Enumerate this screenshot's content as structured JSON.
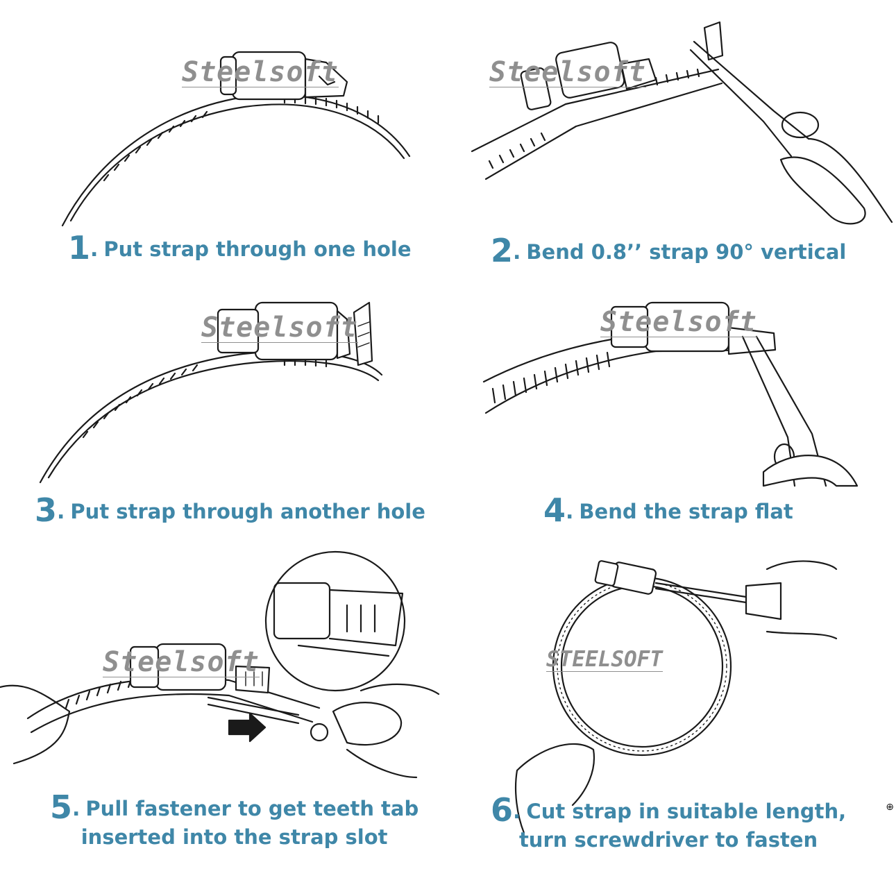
{
  "watermark": {
    "brand": "Steelsoft",
    "brand_caps": "STEELSOFT"
  },
  "steps": [
    {
      "number": "1",
      "text": "Put strap through one hole"
    },
    {
      "number": "2",
      "text": "Bend 0.8’’ strap 90° vertical"
    },
    {
      "number": "3",
      "text": "Put strap through another hole"
    },
    {
      "number": "4",
      "text": "Bend the strap flat"
    },
    {
      "number": "5",
      "text": "Pull fastener to get teeth tab",
      "text_line2": "inserted into the strap slot"
    },
    {
      "number": "6",
      "text": "Cut strap in suitable length,",
      "text_line2": "turn screwdriver to fasten"
    }
  ],
  "step_separator": ".",
  "corner_symbol": "⊕",
  "colors": {
    "caption": "#3f87a8",
    "watermark": "#8f8f8f",
    "line_art": "#1a1a1a",
    "background": "#ffffff"
  },
  "icons": [
    "hose-clamp-illustration",
    "pliers-icon",
    "hand-icon",
    "screwdriver-icon",
    "arrow-right-icon",
    "magnifier-inset-icon"
  ]
}
